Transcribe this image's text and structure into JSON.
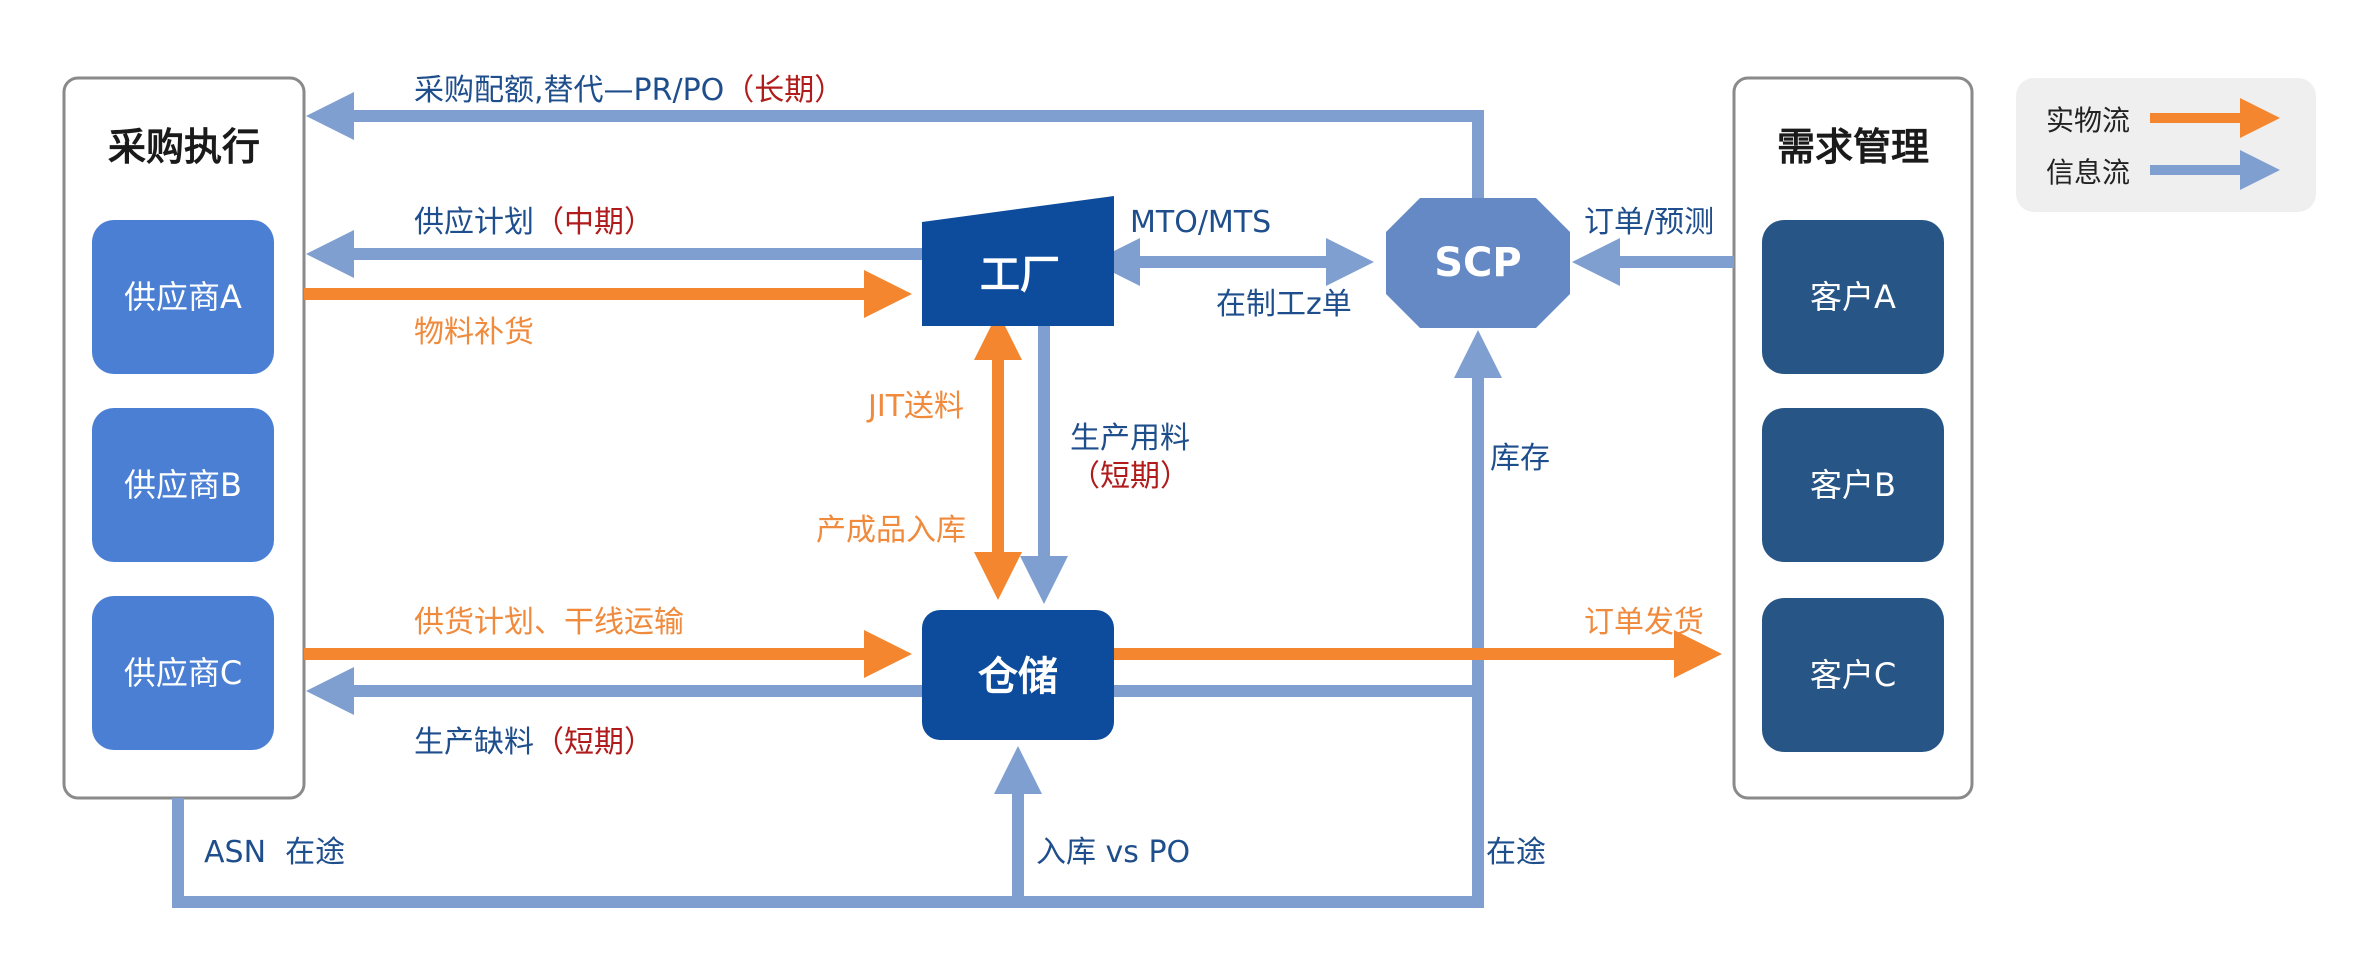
{
  "colors": {
    "info_flow": "#7f9fd0",
    "physical_flow": "#f4862f",
    "supplier_box": "#4a7fd4",
    "customer_box": "#275686",
    "factory": "#0d4c9c",
    "warehouse": "#0d4c9c",
    "scp": "#6589c4",
    "label_blue": "#1f4e8c",
    "label_orange": "#f08a3c",
    "label_red": "#b01c1c"
  },
  "left_group": {
    "title": "采购执行",
    "suppliers": [
      "供应商A",
      "供应商B",
      "供应商C"
    ]
  },
  "right_group": {
    "title": "需求管理",
    "customers": [
      "客户A",
      "客户B",
      "客户C"
    ]
  },
  "nodes": {
    "factory": "工厂",
    "warehouse": "仓储",
    "scp": "SCP"
  },
  "legend": {
    "physical": "实物流",
    "info": "信息流"
  },
  "labels": {
    "quota_main": "采购配额,替代—PR/PO",
    "quota_term": "（长期）",
    "supply_plan_main": "供应计划",
    "supply_plan_term": "（中期）",
    "material_replenish": "物料补货",
    "mto_mts": "MTO/MTS",
    "wip": "在制工z单",
    "order_forecast": "订单/预测",
    "jit": "JIT送料",
    "finished_goods": "产成品入库",
    "production_material": "生产用料",
    "production_material_term": "（短期）",
    "inventory": "库存",
    "supply_plan_transport": "供货计划、干线运输",
    "order_shipping": "订单发货",
    "shortage_main": "生产缺料",
    "shortage_term": "（短期）",
    "asn": "ASN  在途",
    "inbound_po": "入库 vs PO",
    "in_transit": "在途"
  }
}
